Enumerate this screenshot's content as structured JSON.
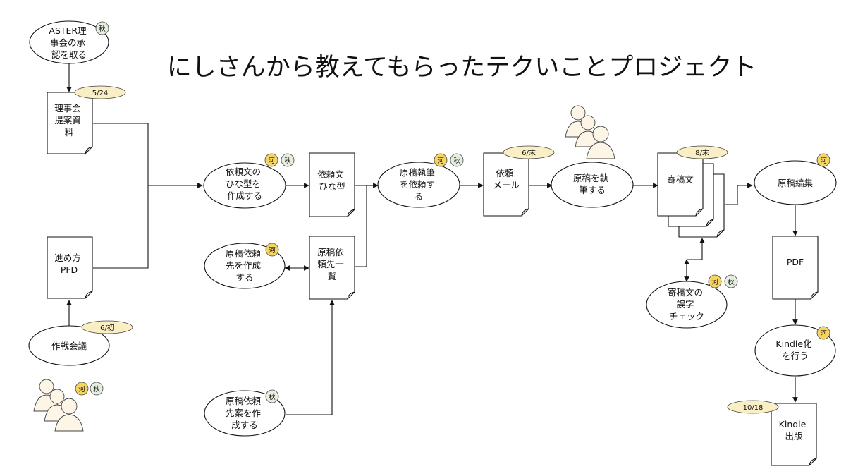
{
  "title": "にしさんから教えてもらったテクいことプロジェクト",
  "roles": {
    "kawa": "河",
    "aki": "秋"
  },
  "colors": {
    "kawa": "#f6d561",
    "aki": "#e6eedf",
    "date": "#f9eec4",
    "line": "#111111"
  },
  "nodes": {
    "aster_approval": {
      "lines": [
        "ASTER理",
        "事会の承",
        "認を取る"
      ]
    },
    "board_material": {
      "lines": [
        "理事会",
        "提案資",
        "料"
      ],
      "date": "5/24"
    },
    "method_pfd": {
      "lines": [
        "進め方",
        "PFD"
      ]
    },
    "strategy_meeting": {
      "lines": [
        "作戦会議"
      ],
      "date": "6/初"
    },
    "make_template": {
      "lines": [
        "依頼文の",
        "ひな型を",
        "作成する"
      ]
    },
    "template_doc": {
      "lines": [
        "依頼文",
        "ひな型"
      ]
    },
    "make_list": {
      "lines": [
        "原稿依頼",
        "先を作成",
        "する"
      ]
    },
    "list_doc": {
      "lines": [
        "原稿依",
        "頼先一",
        "覧"
      ]
    },
    "draft_list": {
      "lines": [
        "原稿依頼",
        "先案を作",
        "成する"
      ]
    },
    "request_writing": {
      "lines": [
        "原稿執筆",
        "を依頼す",
        "る"
      ]
    },
    "request_mail": {
      "lines": [
        "依頼",
        "メール"
      ],
      "date": "6/末"
    },
    "write_manuscript": {
      "lines": [
        "原稿を執",
        "筆する"
      ]
    },
    "contributions": {
      "lines": [
        "寄稿文"
      ],
      "date": "8/末"
    },
    "typo_check": {
      "lines": [
        "寄稿文の",
        "誤字",
        "チェック"
      ]
    },
    "edit_manuscript": {
      "lines": [
        "原稿編集"
      ]
    },
    "pdf_doc": {
      "lines": [
        "PDF"
      ]
    },
    "kindle_convert": {
      "lines": [
        "Kindle化",
        "を行う"
      ]
    },
    "kindle_publish": {
      "lines": [
        "Kindle",
        "出版"
      ],
      "date": "10/18"
    }
  }
}
